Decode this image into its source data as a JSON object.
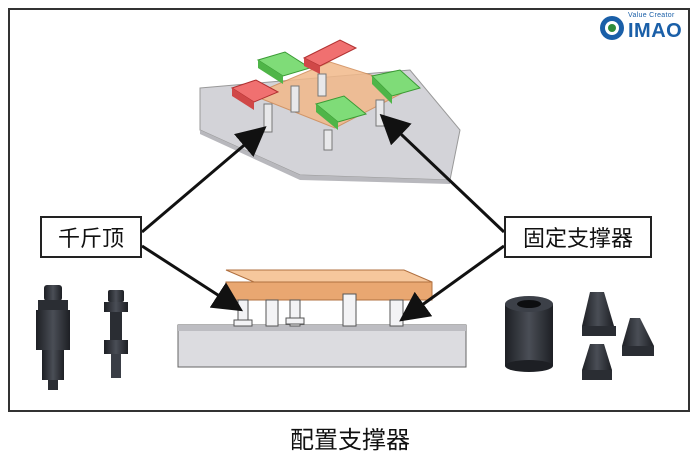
{
  "labels": {
    "jack": "千斤顶",
    "fixed_support": "固定支撑器"
  },
  "caption": "配置支撑器",
  "logo": {
    "tagline": "Value Creator",
    "brand": "IMAO"
  },
  "colors": {
    "plate": "#cfcfd4",
    "workpiece": "#f2b98a",
    "green_clamp": "#6fd46a",
    "red_clamp": "#e86060",
    "brand_blue": "#1a5fa8",
    "dark_part": "#2a2d33"
  }
}
